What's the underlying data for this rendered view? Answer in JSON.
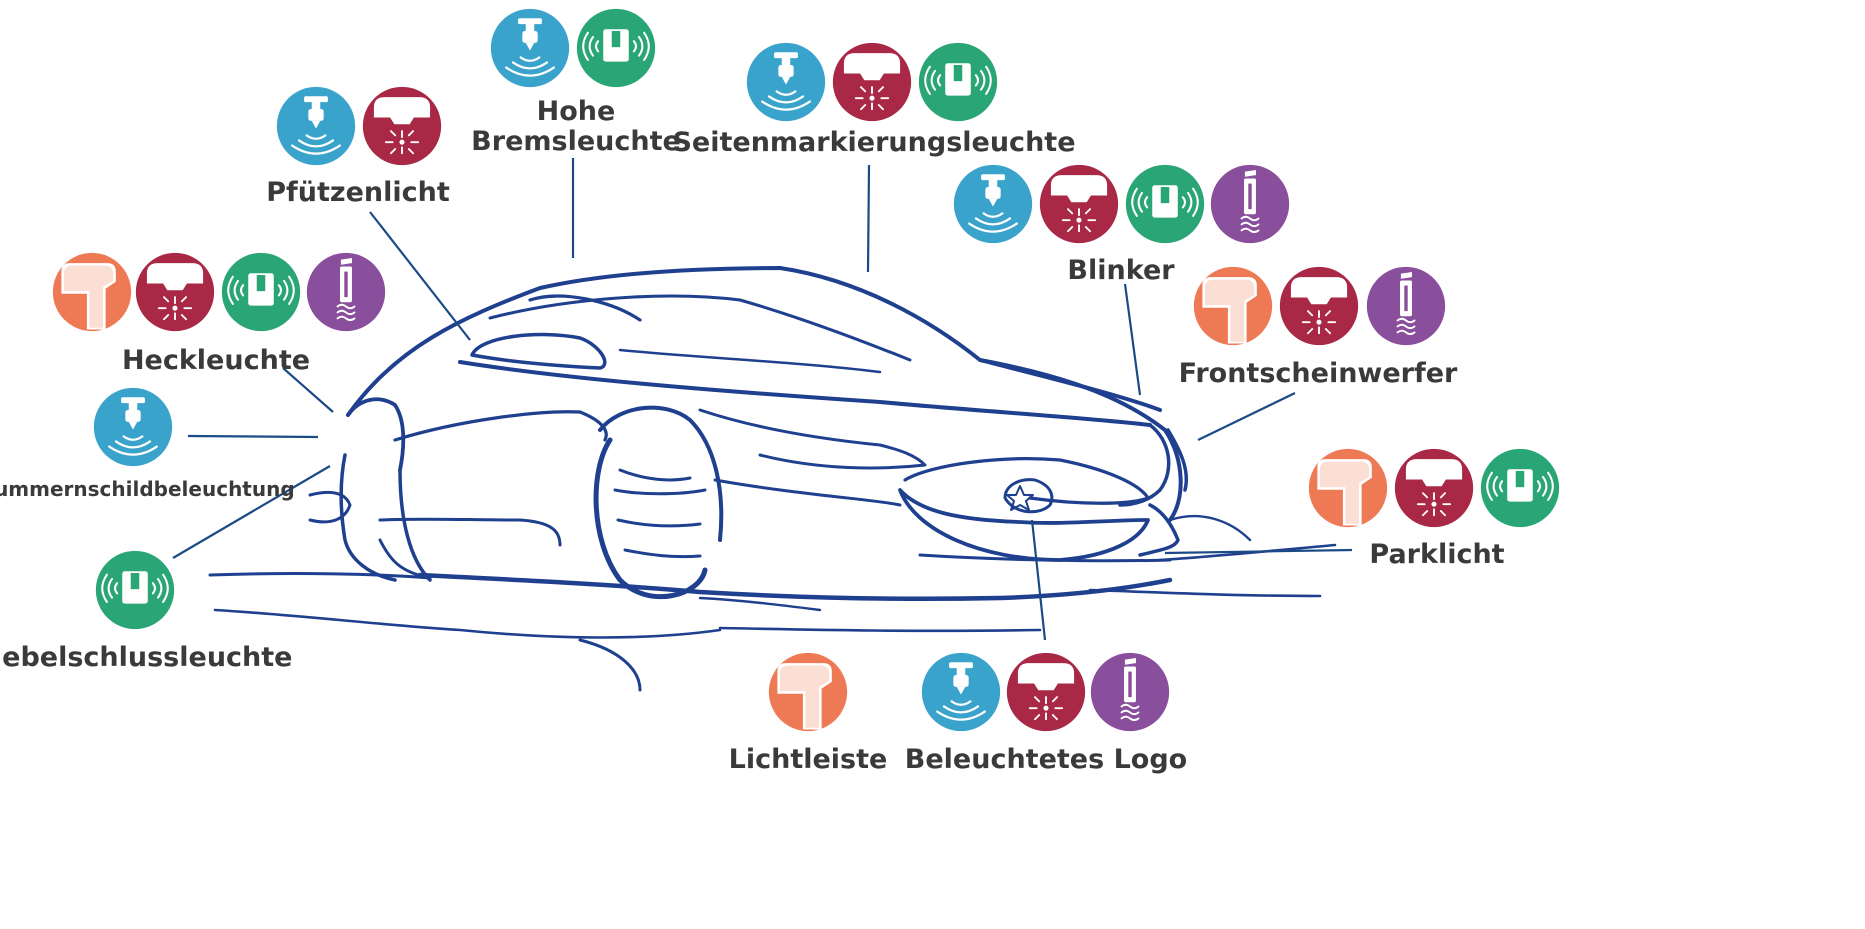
{
  "colors": {
    "installation": "#3aa3cc",
    "laser": "#a82846",
    "sensor": "#2aa576",
    "fiber": "#8a4f9c",
    "lightguide": "#ee7a55",
    "car_stroke": "#1f3f8f",
    "leader": "#1b4a86",
    "text": "#3a3a3a"
  },
  "icons": {
    "installation": "installation-probe-icon",
    "laser": "laser-module-icon",
    "sensor": "sensor-signal-icon",
    "fiber": "fiber-cable-icon",
    "lightguide": "light-guide-icon"
  },
  "labels": {
    "puetzenlicht": "Pfützenlicht",
    "hohe_line1": "Hohe",
    "hohe_line2": "Bremsleuchte",
    "seiten": "Seitenmarkierungsleuchte",
    "blinker": "Blinker",
    "front": "Frontscheinwerfer",
    "heck": "Heckleuchte",
    "nummern": "Nummernschildbeleuchtung",
    "nebel": "Nebelschlussleuchte",
    "park": "Parklicht",
    "lichtleiste": "Lichtleiste",
    "logo": "Beleuchtetes Logo"
  },
  "features": [
    {
      "name": "Pfützenlicht",
      "icons": [
        "installation",
        "laser"
      ]
    },
    {
      "name": "Hohe Bremsleuchte",
      "icons": [
        "installation",
        "sensor"
      ]
    },
    {
      "name": "Seitenmarkierungsleuchte",
      "icons": [
        "installation",
        "laser",
        "sensor"
      ]
    },
    {
      "name": "Blinker",
      "icons": [
        "installation",
        "laser",
        "sensor",
        "fiber"
      ]
    },
    {
      "name": "Frontscheinwerfer",
      "icons": [
        "lightguide",
        "laser",
        "fiber"
      ]
    },
    {
      "name": "Heckleuchte",
      "icons": [
        "lightguide",
        "laser",
        "sensor",
        "fiber"
      ]
    },
    {
      "name": "Nummernschildbeleuchtung",
      "icons": [
        "installation"
      ]
    },
    {
      "name": "Nebelschlussleuchte",
      "icons": [
        "sensor"
      ]
    },
    {
      "name": "Parklicht",
      "icons": [
        "lightguide",
        "laser",
        "sensor"
      ]
    },
    {
      "name": "Lichtleiste",
      "icons": [
        "lightguide"
      ]
    },
    {
      "name": "Beleuchtetes Logo",
      "icons": [
        "installation",
        "laser",
        "fiber"
      ]
    }
  ]
}
